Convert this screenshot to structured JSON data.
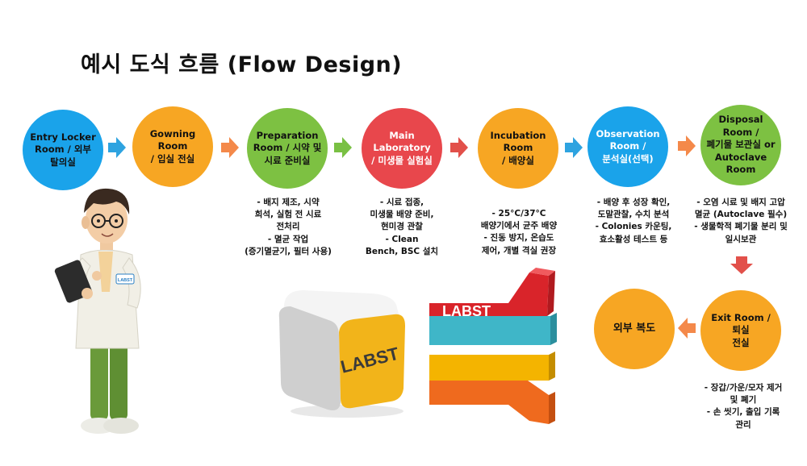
{
  "title": "예시 도식 흐름 (Flow Design)",
  "colors": {
    "blue": "#1aa3ea",
    "orange": "#f7a623",
    "green": "#7dc142",
    "red": "#e8474c",
    "arrow_blue": "#2ea3e0",
    "arrow_orange": "#f4894a",
    "arrow_green": "#79c043",
    "arrow_red": "#e2504a"
  },
  "nodes": [
    {
      "id": "entry",
      "label": "Entry Locker\nRoom / 외부\n탈의실",
      "color": "blue",
      "text_color": "#111111"
    },
    {
      "id": "gowning",
      "label": "Gowning Room\n/ 입실 전실",
      "color": "orange",
      "text_color": "#111111"
    },
    {
      "id": "preparation",
      "label": "Preparation\nRoom / 시약 및\n시료 준비실",
      "color": "green",
      "text_color": "#111111"
    },
    {
      "id": "main_lab",
      "label": "Main Laboratory\n/ 미생물 실험실",
      "color": "red",
      "text_color": "#ffffff"
    },
    {
      "id": "incubation",
      "label": "Incubation Room\n/ 배양실",
      "color": "orange",
      "text_color": "#111111"
    },
    {
      "id": "observation",
      "label": "Observation\nRoom /\n분석실(선택)",
      "color": "blue",
      "text_color": "#ffffff"
    },
    {
      "id": "disposal",
      "label": "Disposal Room /\n폐기물 보관실 or\nAutoclave Room",
      "color": "green",
      "text_color": "#111111"
    },
    {
      "id": "exit",
      "label": "Exit Room / 퇴실\n전실",
      "color": "orange",
      "text_color": "#111111"
    },
    {
      "id": "outside",
      "label": "외부 복도",
      "color": "orange",
      "text_color": "#111111"
    }
  ],
  "arrows": [
    {
      "id": "entry-to-gowning",
      "color": "arrow_blue",
      "direction": "right"
    },
    {
      "id": "gowning-to-preparation",
      "color": "arrow_orange",
      "direction": "right"
    },
    {
      "id": "preparation-to-mainlab",
      "color": "arrow_green",
      "direction": "right"
    },
    {
      "id": "mainlab-to-incubation",
      "color": "arrow_red",
      "direction": "right"
    },
    {
      "id": "incubation-to-observation",
      "color": "arrow_blue",
      "direction": "right"
    },
    {
      "id": "observation-to-disposal",
      "color": "arrow_orange",
      "direction": "right"
    },
    {
      "id": "disposal-to-exit",
      "color": "arrow_red",
      "direction": "down"
    },
    {
      "id": "exit-to-outside",
      "color": "arrow_orange",
      "direction": "left"
    }
  ],
  "notes": {
    "preparation": "- 배지 제조, 시약\n희석, 실험 전 시료\n전처리\n- 멸균 작업\n(증기멸균기, 필터 사용)",
    "main_lab": "- 시료 접종,\n미생물 배양 준비,\n현미경 관찰\n- Clean\nBench, BSC 설치",
    "incubation": "- 25°C/37°C\n배양기에서 균주 배양\n- 진동 방지, 온습도\n제어, 개별 격실 권장",
    "observation": "- 배양 후 성장 확인,\n도말관찰, 수치 분석\n- Colonies 카운팅,\n효소활성 테스트 등",
    "disposal": "- 오염 시료 및 배지 고압\n멸균 (Autoclave 필수)\n- 생물학적 폐기물 분리 및\n일시보관",
    "exit": "- 장갑/가운/모자 제거\n및 폐기\n- 손 씻기, 출입 기록\n관리"
  },
  "logo": {
    "cube_text": "LABST",
    "bars_text": "LABST",
    "badge_text": "LABST"
  }
}
